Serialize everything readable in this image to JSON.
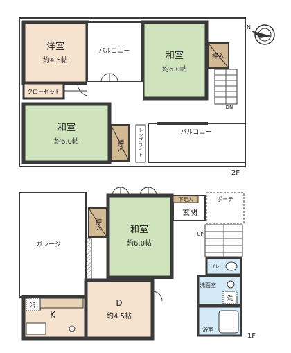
{
  "floor2": {
    "label": "2F",
    "rooms": {
      "western": {
        "name": "洋室",
        "size": "約4.5帖"
      },
      "closet": {
        "name": "クローゼット"
      },
      "japanese_ne": {
        "name": "和室",
        "size": "約6.0帖"
      },
      "japanese_w": {
        "name": "和室",
        "size": "約6.0帖"
      },
      "oshiire_ne": {
        "name": "押入"
      },
      "oshiire_w": {
        "name": "押入"
      },
      "balcony_n": {
        "name": "バルコニー"
      },
      "balcony_s": {
        "name": "バルコニー"
      },
      "toplight": {
        "name": "トップライト"
      }
    },
    "stair_label": "DN"
  },
  "floor1": {
    "label": "1F",
    "rooms": {
      "garage": {
        "name": "ガレージ"
      },
      "japanese": {
        "name": "和室",
        "size": "約6.0帖"
      },
      "oshiire": {
        "name": "押入"
      },
      "genkan": {
        "name": "玄関"
      },
      "geta": {
        "name": "下足入"
      },
      "porch": {
        "name": "ポーチ"
      },
      "dining": {
        "name": "D",
        "size": "約4.5帖"
      },
      "kitchen": {
        "name": "K"
      },
      "fridge": {
        "name": "冷"
      },
      "toilet": {
        "name": "トイレ"
      },
      "washroom": {
        "name": "洗面室"
      },
      "washer": {
        "name": "洗"
      },
      "bath": {
        "name": "浴室"
      }
    },
    "stair_label": "UP"
  },
  "compass": {
    "label": "N",
    "icon": "north-arrow-icon"
  },
  "colors": {
    "tatami": "#cfe3bd",
    "wood": "#f6e3cf",
    "oshiire": "#d3b894",
    "wet": "#d4eaf6",
    "wall": "#3a3a3a"
  }
}
